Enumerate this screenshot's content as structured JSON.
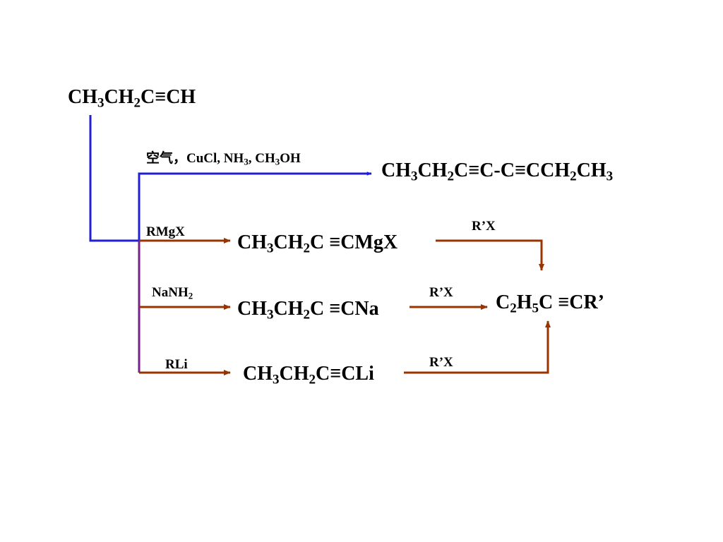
{
  "colors": {
    "blue": "#1f1fd6",
    "brown": "#993300",
    "purple": "#7a1f8a",
    "text": "#000000"
  },
  "start": [
    {
      "t": "CH"
    },
    {
      "t": "3",
      "sub": true
    },
    {
      "t": "CH"
    },
    {
      "t": "2",
      "sub": true
    },
    {
      "t": "C≡CH"
    }
  ],
  "coupling_reagents": [
    {
      "t": "空气，"
    },
    {
      "t": "CuCl, NH"
    },
    {
      "t": "3",
      "sub": true
    },
    {
      "t": ", CH"
    },
    {
      "t": "3",
      "sub": true
    },
    {
      "t": "OH"
    }
  ],
  "diyne_product": [
    {
      "t": "CH"
    },
    {
      "t": "3",
      "sub": true
    },
    {
      "t": "CH"
    },
    {
      "t": "2",
      "sub": true
    },
    {
      "t": "C≡C-C≡CCH"
    },
    {
      "t": "2",
      "sub": true
    },
    {
      "t": "CH"
    },
    {
      "t": "3",
      "sub": true
    }
  ],
  "reagent_rmgx": [
    {
      "t": "RMgX"
    }
  ],
  "grignard_product": [
    {
      "t": "CH"
    },
    {
      "t": "3",
      "sub": true
    },
    {
      "t": "CH"
    },
    {
      "t": "2",
      "sub": true
    },
    {
      "t": "C ≡CMgX"
    }
  ],
  "reagent_nanh2": [
    {
      "t": "NaNH"
    },
    {
      "t": "2",
      "sub": true
    }
  ],
  "sodium_product": [
    {
      "t": "CH"
    },
    {
      "t": "3",
      "sub": true
    },
    {
      "t": "CH"
    },
    {
      "t": "2",
      "sub": true
    },
    {
      "t": "C ≡CNa"
    }
  ],
  "reagent_rli": [
    {
      "t": "RLi"
    }
  ],
  "lithium_product": [
    {
      "t": "CH"
    },
    {
      "t": "3",
      "sub": true
    },
    {
      "t": "CH"
    },
    {
      "t": "2",
      "sub": true
    },
    {
      "t": "C≡CLi"
    }
  ],
  "alkylation_reagent_1": [
    {
      "t": "R’X"
    }
  ],
  "alkylation_reagent_2": [
    {
      "t": "R’X"
    }
  ],
  "alkylation_reagent_3": [
    {
      "t": "R’X"
    }
  ],
  "final_product": [
    {
      "t": "C"
    },
    {
      "t": "2",
      "sub": true
    },
    {
      "t": "H"
    },
    {
      "t": "5",
      "sub": true
    },
    {
      "t": "C ≡CR’"
    }
  ]
}
